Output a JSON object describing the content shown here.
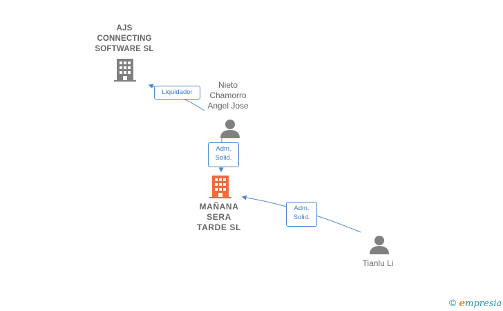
{
  "nodes": {
    "ajs": {
      "label": "AJS\nCONNECTING\nSOFTWARE SL",
      "type": "company",
      "color": "#808080"
    },
    "nieto": {
      "label": "Nieto\nChamorro\nAngel Jose",
      "type": "person",
      "color": "#808080"
    },
    "manana": {
      "label": "MAÑANA\nSERA\nTARDE  SL",
      "type": "company",
      "color": "#f26a3d"
    },
    "tianlu": {
      "label": "Tianlu Li",
      "type": "person",
      "color": "#808080"
    }
  },
  "edges": {
    "liquidador": {
      "label": "Liquidador",
      "from": "nieto",
      "to": "ajs"
    },
    "adm_nieto": {
      "label": "Adm.\nSolid.",
      "from": "nieto",
      "to": "manana"
    },
    "adm_tianlu": {
      "label": "Adm.\nSolid.",
      "from": "tianlu",
      "to": "manana"
    }
  },
  "colors": {
    "edge": "#4a86d4",
    "icon_gray": "#808080",
    "accent": "#f26a3d"
  },
  "footer": {
    "copyright": "©",
    "brand_e": "e",
    "brand_rest": "mpresia"
  }
}
